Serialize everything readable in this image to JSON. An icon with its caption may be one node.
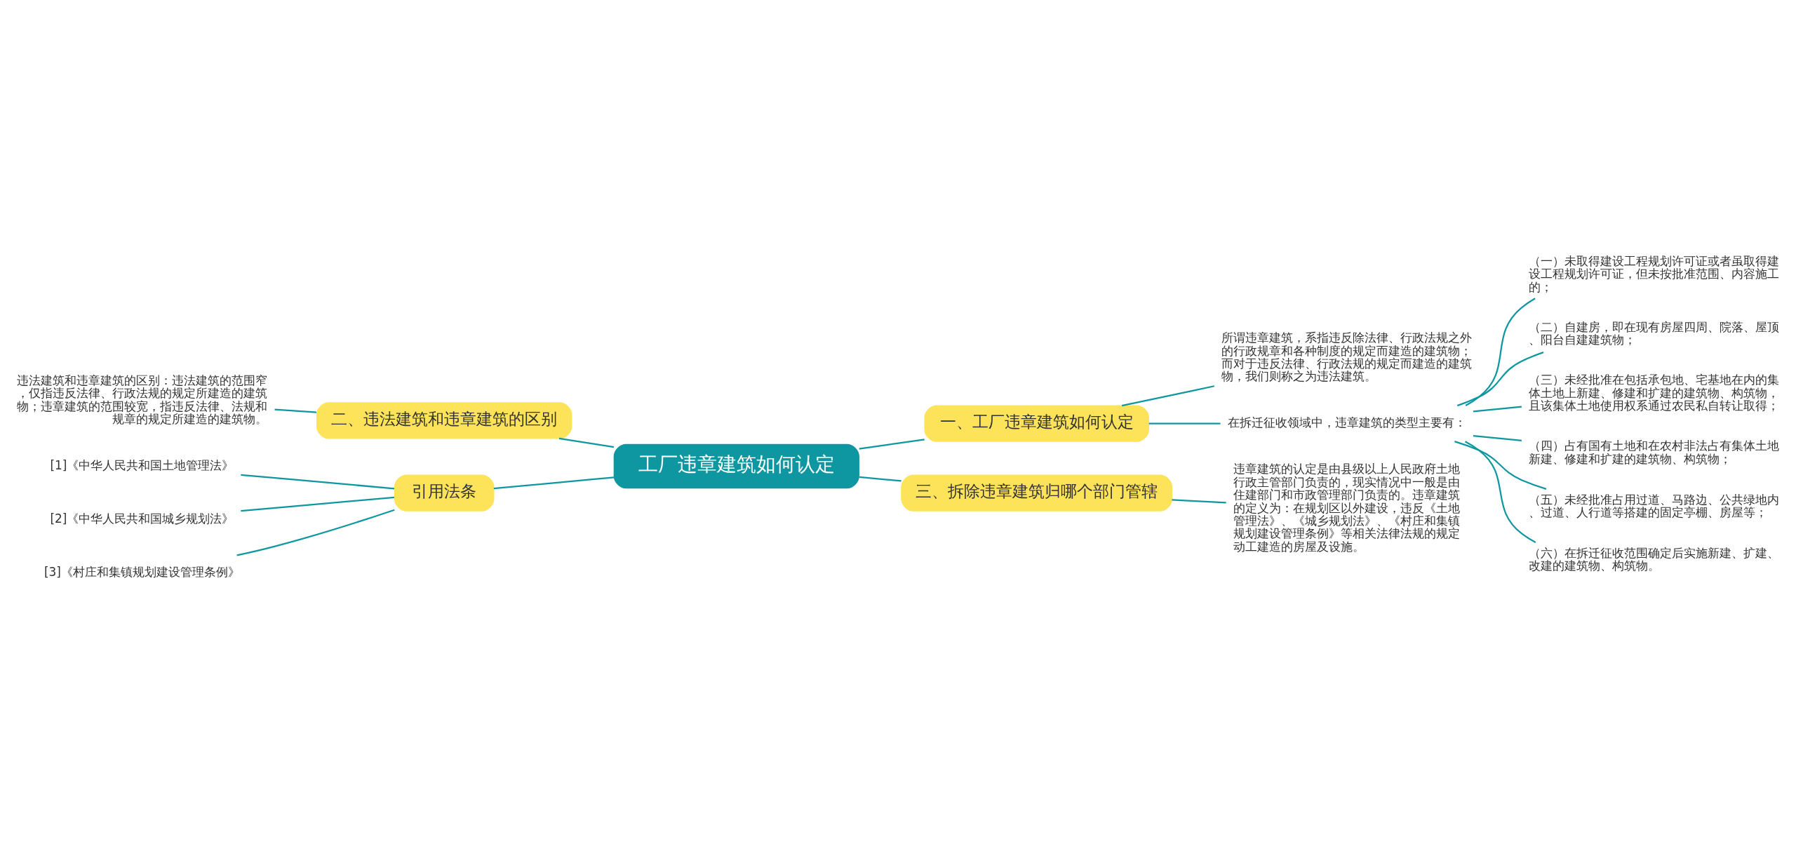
{
  "diagram": {
    "nodes": [
      {
        "text": [
          "工厂违章建筑如何认定"
        ]
      },
      {
        "text": [
          "一、工厂违章建筑如何认定"
        ]
      },
      {
        "text": [
          "所谓违章建筑，系指违反除法律、行政法规之外的行政规章和各种制度的规定而建造的建筑物；而对于违反法律、行政法规的规定而建造的建筑物，我们则称之为违法建筑。"
        ]
      },
      {
        "text": [
          "在拆迁征收领域中，违章建筑的类型主要有："
        ]
      },
      {
        "text": [
          "（一）未取得建设工程规划许可证或者虽取得建设工程规划许可证，但未按批准范围、内容施工的；"
        ]
      },
      {
        "text": [
          "（二）自建房，即在现有房屋四周、院落、屋顶、阳台自建建筑物；"
        ]
      },
      {
        "text": [
          "（三）未经批准在包括承包地、宅基地在内的集体土地上新建、修建和扩建的建筑物、构筑物，且该集体土地使用权系通过农民私自转让取得；"
        ]
      },
      {
        "text": [
          "（四）占有国有土地和在农村非法占有集体土地新建、修建和扩建的建筑物、构筑物；"
        ]
      },
      {
        "text": [
          "（五）未经批准占用过道、马路边、公共绿地内、过道、人行道等搭建的固定亭棚、房屋等；"
        ]
      },
      {
        "text": [
          "（六）在拆迁征收范围确定后实施新建、扩建、改建的建筑物、构筑物。"
        ]
      },
      {
        "text": [
          "二、违法建筑和违章建筑的区别"
        ]
      },
      {
        "text": [
          "违法建筑和违章建筑的区别：违法建筑的范围窄，仅指违反法律、行政法规的规定所建造的建筑物；违章建筑的范围较宽，指违反法律、法规和规章的规定所建造的建筑物。"
        ]
      },
      {
        "text": [
          "引用法条"
        ]
      },
      {
        "text": [
          "[1]《中华人民共和国土地管理法》"
        ]
      },
      {
        "text": [
          "[2]《中华人民共和国城乡规划法》"
        ]
      },
      {
        "text": [
          "[3]《村庄和集镇规划建设管理条例》"
        ]
      },
      {
        "text": [
          "三、拆除违章建筑归哪个部门管辖"
        ]
      },
      {
        "text": [
          "违章建筑的认定是由县级以上人民政府土地行政主管部门负责的，现实情况中一般是由住建部门和市政管理部门负责的。违章建筑的定义为：在规划区以外建设，违反《土地管理法》、《城乡规划法》、《村庄和集镇规划建设管理条例》等相关法律法规的规定动工建造的房屋及设施。"
        ]
      }
    ],
    "edges": [
      {
        "from": 0,
        "to": 1,
        "arrow": "none"
      },
      {
        "from": 1,
        "to": 2,
        "arrow": "none"
      },
      {
        "from": 1,
        "to": 3,
        "arrow": "none"
      },
      {
        "from": 3,
        "to": 4,
        "arrow": "none"
      },
      {
        "from": 3,
        "to": 5,
        "arrow": "none"
      },
      {
        "from": 3,
        "to": 6,
        "arrow": "none"
      },
      {
        "from": 3,
        "to": 7,
        "arrow": "none"
      },
      {
        "from": 3,
        "to": 8,
        "arrow": "none"
      },
      {
        "from": 3,
        "to": 9,
        "arrow": "none"
      },
      {
        "from": 0,
        "to": 10,
        "arrow": "none"
      },
      {
        "from": 10,
        "to": 11,
        "arrow": "none"
      },
      {
        "from": 0,
        "to": 12,
        "arrow": "none"
      },
      {
        "from": 12,
        "to": 13,
        "arrow": "none"
      },
      {
        "from": 12,
        "to": 14,
        "arrow": "none"
      },
      {
        "from": 12,
        "to": 15,
        "arrow": "none"
      },
      {
        "from": 0,
        "to": 16,
        "arrow": "none"
      },
      {
        "from": 16,
        "to": 17,
        "arrow": "none"
      }
    ]
  }
}
